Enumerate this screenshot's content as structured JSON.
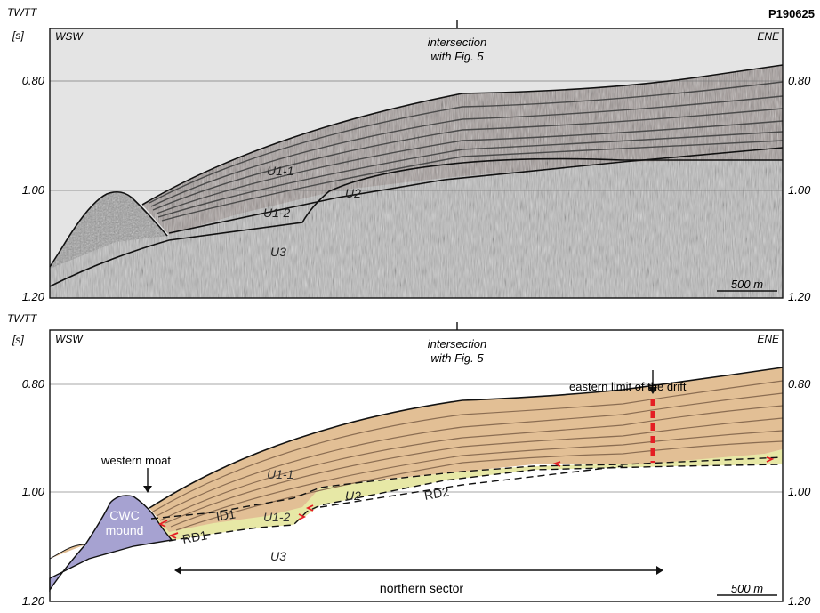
{
  "profile_id": "P190625",
  "twtt_label": "TWTT",
  "unit_label": "[s]",
  "y_ticks": [
    "0.80",
    "1.00",
    "1.20"
  ],
  "top_panel": {
    "west": "WSW",
    "east": "ENE",
    "intersection": [
      "intersection",
      "with Fig. 5"
    ],
    "units": [
      "U1-1",
      "U1-2",
      "U2",
      "U3"
    ],
    "scale": "500 m"
  },
  "bottom_panel": {
    "west": "WSW",
    "east": "ENE",
    "intersection": [
      "intersection",
      "with Fig. 5"
    ],
    "units": [
      "U1-1",
      "U1-2",
      "U2",
      "U3"
    ],
    "discontinuities": [
      "ID1",
      "RD1",
      "RD2"
    ],
    "mound": [
      "CWC",
      "mound"
    ],
    "western_moat": "western moat",
    "drift_limit": "eastern limit of the drift",
    "sector": "northern sector",
    "scale": "500 m"
  },
  "colors": {
    "drift_fill": "#e2bf95",
    "drift_lines": "#8b6d52",
    "mound_fill": "#a6a2d1",
    "basal_fill": "#e7e8a6",
    "sky": "#e4e4e4",
    "red_marker": "#e41e24"
  }
}
